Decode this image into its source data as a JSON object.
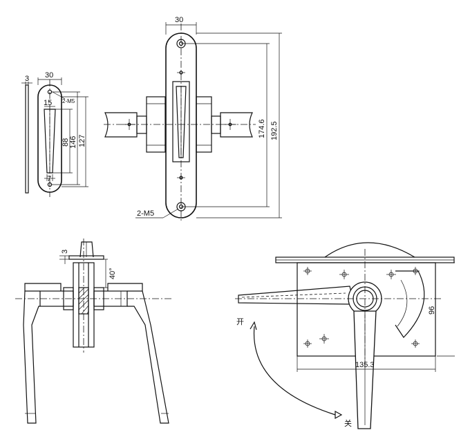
{
  "top_view": {
    "width_label": "30",
    "bolt_label": "2-M5",
    "inner_length_label": "174.6",
    "outer_length_label": "192.5"
  },
  "side_view": {
    "thickness_label": "3",
    "width_label": "30",
    "hole_label": "2-M5",
    "slot_width_label": "15",
    "slot_length_label": "88",
    "hole_pitch_label": "146",
    "body_length_label": "127",
    "tip_label": "7"
  },
  "front_view": {
    "plate_label": "3",
    "angle_label": "40°"
  },
  "panel_view": {
    "height_label": "96",
    "length_label": "135.3",
    "open_label": "开",
    "close_label": "关"
  }
}
